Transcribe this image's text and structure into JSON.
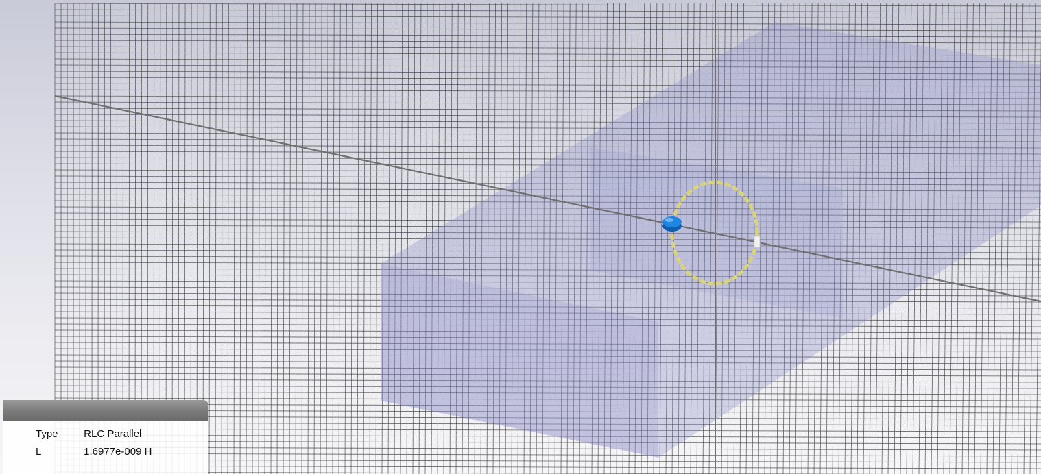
{
  "viewport": {
    "background_top": "#c9cad8",
    "background_bottom": "#f6f6f8",
    "grid_color": "#4a4a4a",
    "axis_color": "#6f6f6f",
    "box_color": "#8d8fc8",
    "port_ring_color": "#d9d47a",
    "probe_color": "#1a73c8"
  },
  "properties": {
    "rows": [
      {
        "key": "Type",
        "value": "RLC Parallel"
      },
      {
        "key": "L",
        "value": "1.6977e-009 H"
      }
    ]
  }
}
